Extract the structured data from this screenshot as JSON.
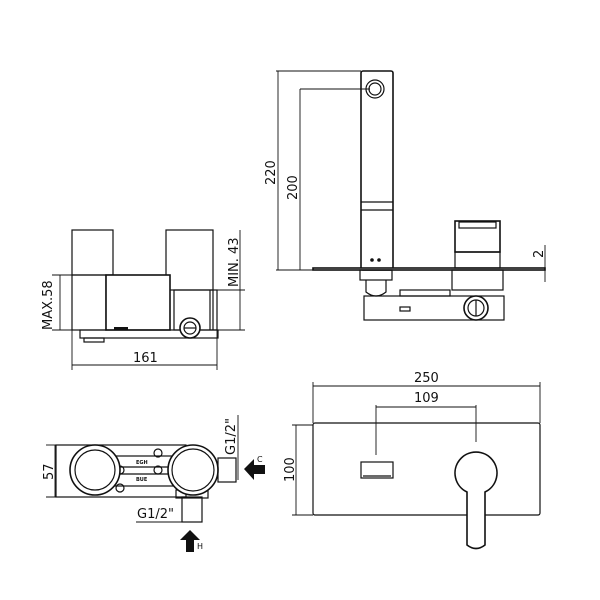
{
  "views": {
    "side_view": {
      "width_dim": "161",
      "max_dim": "MAX.58",
      "min_dim": "MIN. 43"
    },
    "front_view": {
      "height_total": "220",
      "height_spout": "200",
      "plate_dim": "2"
    },
    "top_view": {
      "depth_dim": "57",
      "cold_thread": "G1/2\"",
      "hot_thread": "G1/2\"",
      "cold_label": "C",
      "hot_label": "H",
      "body_label_top": "EGH",
      "body_label_bottom": "BUE"
    },
    "plate_view": {
      "width_dim": "250",
      "spacing_dim": "109",
      "height_dim": "100"
    }
  }
}
